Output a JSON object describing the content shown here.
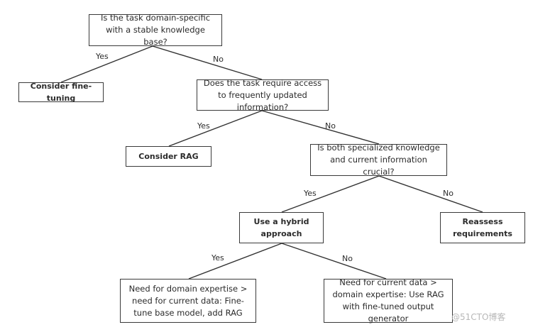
{
  "nodes": {
    "q1": "Is the task domain-specific with a stable knowledge base?",
    "fine_tuning": "Consider fine-tuning",
    "q2": "Does the task require access to frequently updated information?",
    "rag": "Consider RAG",
    "q3": "Is both specialized knowledge and current information crucial?",
    "hybrid": "Use a hybrid approach",
    "reassess": "Reassess requirements",
    "leaf_expertise": "Need for domain expertise > need for current data: Fine-tune base model, add RAG",
    "leaf_current": "Need for current data > domain expertise: Use RAG with fine-tuned output generator"
  },
  "edges": {
    "q1_yes": "Yes",
    "q1_no": "No",
    "q2_yes": "Yes",
    "q2_no": "No",
    "q3_yes": "Yes",
    "q3_no": "No",
    "hybrid_yes": "Yes",
    "hybrid_no": "No"
  },
  "watermark": "@51CTO博客"
}
